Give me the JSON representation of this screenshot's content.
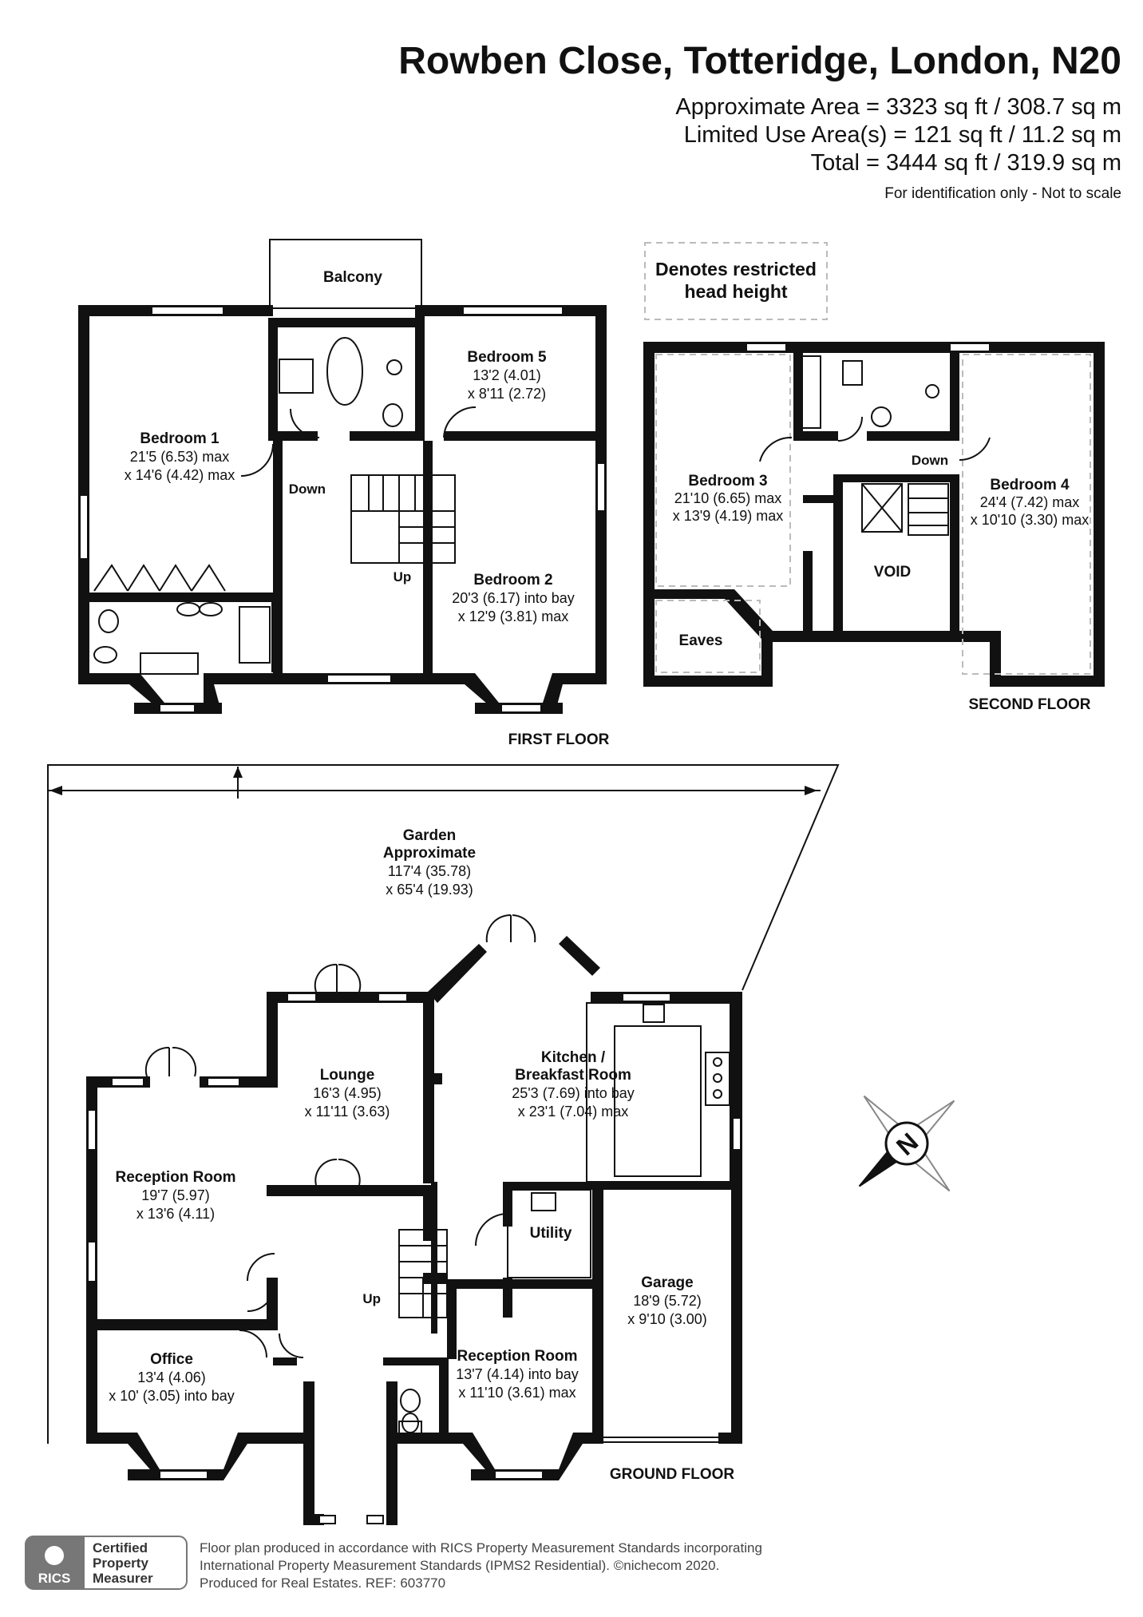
{
  "header": {
    "title": "Rowben Close, Totteridge, London, N20",
    "line1": "Approximate Area = 3323 sq ft / 308.7 sq m",
    "line2": "Limited Use Area(s) = 121 sq ft / 11.2 sq m",
    "line3": "Total = 3444 sq ft / 319.9 sq m",
    "note": "For identification only - Not to scale"
  },
  "legend": {
    "line1": "Denotes restricted",
    "line2": "head height"
  },
  "first_floor": {
    "label": "FIRST FLOOR",
    "balcony": "Balcony",
    "down": "Down",
    "up": "Up",
    "bedroom1": {
      "name": "Bedroom 1",
      "dim1": "21'5 (6.53) max",
      "dim2": "x 14'6 (4.42) max"
    },
    "bedroom5": {
      "name": "Bedroom 5",
      "dim1": "13'2 (4.01)",
      "dim2": "x 8'11 (2.72)"
    },
    "bedroom2": {
      "name": "Bedroom 2",
      "dim1": "20'3 (6.17) into bay",
      "dim2": "x 12'9 (3.81) max"
    }
  },
  "second_floor": {
    "label": "SECOND FLOOR",
    "down": "Down",
    "void": "VOID",
    "eaves": "Eaves",
    "bedroom3": {
      "name": "Bedroom 3",
      "dim1": "21'10 (6.65) max",
      "dim2": "x 13'9 (4.19) max"
    },
    "bedroom4": {
      "name": "Bedroom 4",
      "dim1": "24'4 (7.42) max",
      "dim2": "x 10'10 (3.30) max"
    }
  },
  "garden": {
    "name": "Garden",
    "sub": "Approximate",
    "dim1": "117'4 (35.78)",
    "dim2": "x 65'4 (19.93)"
  },
  "ground_floor": {
    "label": "GROUND FLOOR",
    "up": "Up",
    "lounge": {
      "name": "Lounge",
      "dim1": "16'3 (4.95)",
      "dim2": "x 11'11 (3.63)"
    },
    "kitchen": {
      "name1": "Kitchen /",
      "name2": "Breakfast Room",
      "dim1": "25'3 (7.69) into bay",
      "dim2": "x 23'1 (7.04) max"
    },
    "reception1": {
      "name": "Reception Room",
      "dim1": "19'7 (5.97)",
      "dim2": "x 13'6 (4.11)"
    },
    "utility": {
      "name": "Utility"
    },
    "garage": {
      "name": "Garage",
      "dim1": "18'9 (5.72)",
      "dim2": "x 9'10 (3.00)"
    },
    "office": {
      "name": "Office",
      "dim1": "13'4 (4.06)",
      "dim2": "x 10' (3.05) into bay"
    },
    "reception2": {
      "name": "Reception Room",
      "dim1": "13'7 (4.14) into bay",
      "dim2": "x 11'10 (3.61) max"
    }
  },
  "compass": {
    "letter": "N"
  },
  "footer": {
    "badge1": "Certified",
    "badge2": "Property",
    "badge3": "Measurer",
    "rics": "RICS",
    "line1": "Floor plan produced in accordance with RICS Property Measurement Standards incorporating",
    "line2": "International Property Measurement Standards (IPMS2 Residential).   ©nichecom 2020.",
    "line3": "Produced for Real Estates.   REF: 603770"
  }
}
